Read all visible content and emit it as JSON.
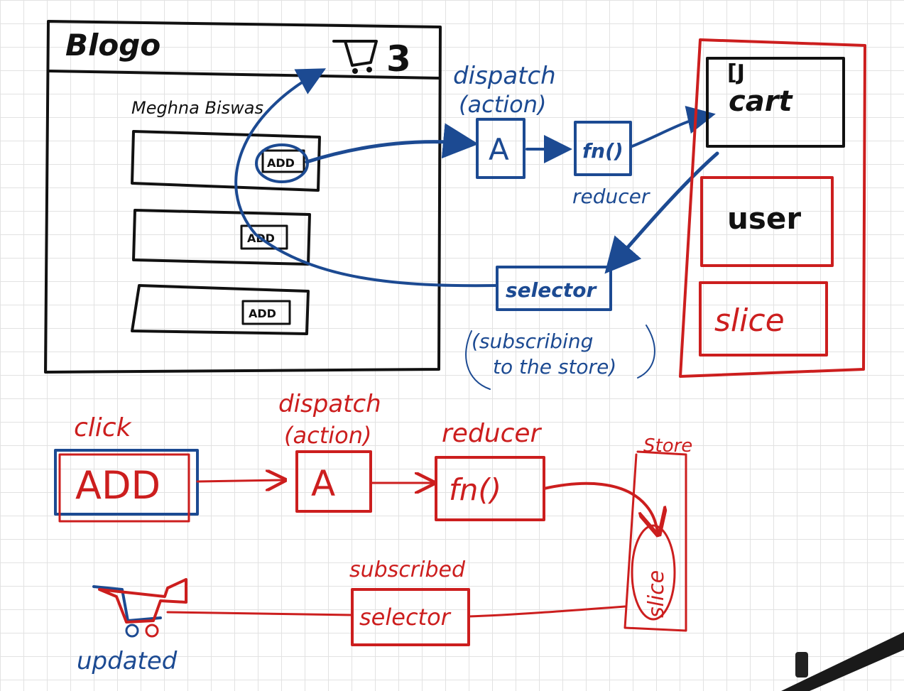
{
  "colors": {
    "black": "#111111",
    "blue": "#1c4a92",
    "red": "#cc1e1e",
    "grid": "#e2e2e2"
  },
  "wireframe": {
    "logo": "Blogo",
    "cart_count": "3",
    "author": "Meghna Biswas",
    "add_buttons": [
      "ADD",
      "ADD",
      "ADD"
    ]
  },
  "top_flow": {
    "dispatch_label": "dispatch",
    "action_label": "(action)",
    "action_box": "A",
    "fn_box": "fn()",
    "reducer_label": "reducer",
    "selector_box": "selector",
    "subscribe_line1": "(subscribing",
    "subscribe_line2": "to the store)"
  },
  "store": {
    "slices": [
      "cart",
      "user",
      "slice"
    ]
  },
  "bottom_flow": {
    "click_label": "click",
    "add_box": "ADD",
    "dispatch_label": "dispatch",
    "action_label": "(action)",
    "action_box": "A",
    "reducer_label": "reducer",
    "fn_box": "fn()",
    "store_label": "Store",
    "slice_label": "slice",
    "subscribed_label": "subscribed",
    "selector_box": "selector",
    "updated_label": "updated"
  }
}
